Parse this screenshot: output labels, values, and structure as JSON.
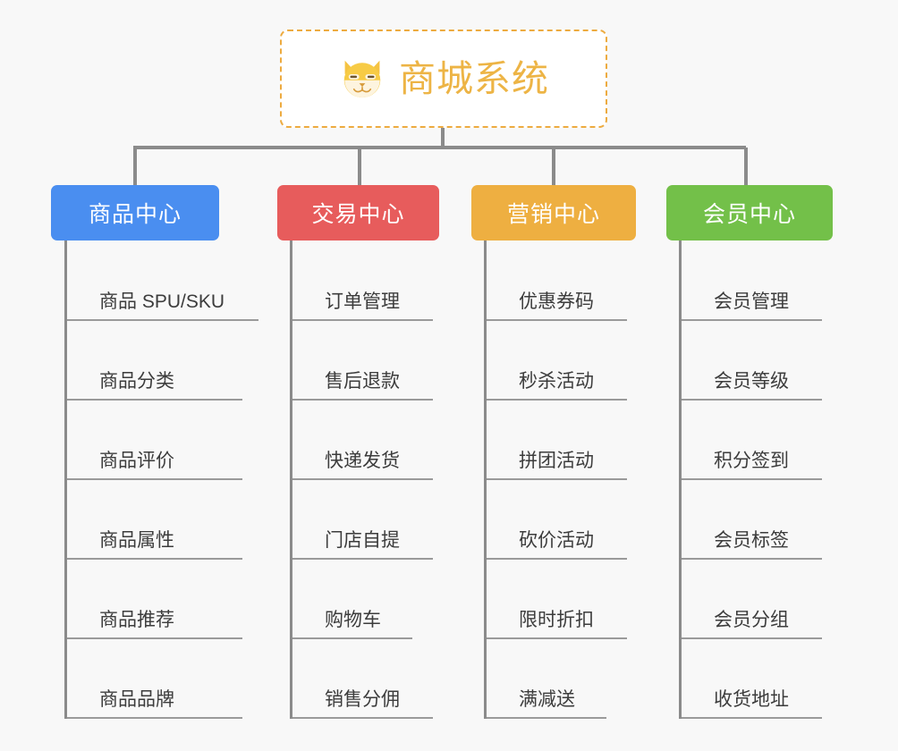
{
  "background_color": "#f8f8f8",
  "root": {
    "title": "商城系统",
    "icon": "shiba-dog-face-icon",
    "text_color": "#edb445",
    "border_color": "#edab40",
    "background": "#ffffff"
  },
  "columns": [
    {
      "category": "商品中心",
      "color": "#4a8ef0",
      "items": [
        "商品 SPU/SKU",
        "商品分类",
        "商品评价",
        "商品属性",
        "商品推荐",
        "商品品牌"
      ]
    },
    {
      "category": "交易中心",
      "color": "#e75c5c",
      "items": [
        "订单管理",
        "售后退款",
        "快递发货",
        "门店自提",
        "购物车",
        "销售分佣"
      ]
    },
    {
      "category": "营销中心",
      "color": "#eeaf41",
      "items": [
        "优惠券码",
        "秒杀活动",
        "拼团活动",
        "砍价活动",
        "限时折扣",
        "满减送"
      ]
    },
    {
      "category": "会员中心",
      "color": "#73c049",
      "items": [
        "会员管理",
        "会员等级",
        "积分签到",
        "会员标签",
        "会员分组",
        "收货地址"
      ]
    }
  ]
}
